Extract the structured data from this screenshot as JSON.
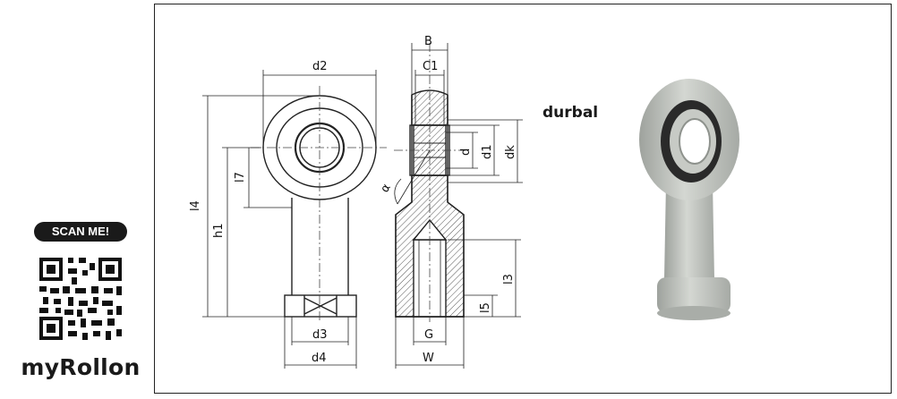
{
  "qr_panel": {
    "badge": "SCAN ME!",
    "brand": "myRollon"
  },
  "drawing": {
    "dims": {
      "d2": "d2",
      "d3": "d3",
      "d4": "d4",
      "l4": "l4",
      "h1": "h1",
      "l7": "l7",
      "B": "B",
      "C1": "C1",
      "alpha": "α",
      "d": "d",
      "d1": "d1",
      "dk": "dk",
      "l3": "l3",
      "l5": "l5",
      "G": "G",
      "W": "W"
    }
  },
  "manufacturer": "durbal",
  "colors": {
    "line": "#222222",
    "hatch": "#555555",
    "product_body": "#b9bdb8",
    "bearing_ring": "#2a2a2a"
  }
}
